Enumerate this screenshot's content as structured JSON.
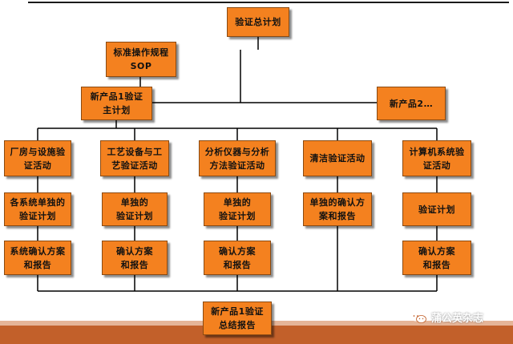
{
  "boxes": {
    "master": "验证总计划",
    "sop": "标准操作规程\nSOP",
    "p1_master": "新产品1验证\n主计划",
    "p2": "新产品2…",
    "facility": "厂房与设施验\n证活动",
    "process_equip": "工艺设备与工\n艺验证活动",
    "analytical": "分析仪器与分析\n方法验证活动",
    "cleaning": "清洁验证活动",
    "computer": "计算机系统验\n证活动",
    "facility_plan": "各系统单独的\n验证计划",
    "process_plan": "单独的\n验证计划",
    "analytical_plan": "单独的\n验证计划",
    "cleaning_plan": "单独的确认方\n案和报告",
    "computer_plan": "验证计划",
    "facility_report": "系统确认方案\n和报告",
    "process_report": "确认方案\n和报告",
    "analytical_report": "确认方案\n和报告",
    "computer_report": "确认方案\n和报告",
    "summary": "新产品1验证\n总结报告"
  },
  "watermark": {
    "text": "蒲公英杂志",
    "icon": "wechat-icon"
  },
  "colors": {
    "box_fill": "#f4811f",
    "band": "#c2602a"
  }
}
